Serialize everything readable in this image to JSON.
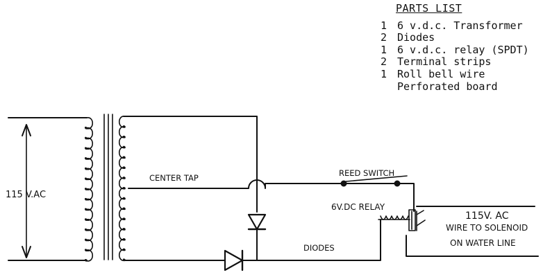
{
  "parts_list": {
    "title": "PARTS LIST",
    "items": [
      {
        "qty": "1",
        "name": "6 v.d.c. Transformer"
      },
      {
        "qty": "2",
        "name": "Diodes"
      },
      {
        "qty": "1",
        "name": "6 v.d.c. relay (SPDT)"
      },
      {
        "qty": "2",
        "name": "Terminal strips"
      },
      {
        "qty": "1",
        "name": "Roll bell wire"
      },
      {
        "qty": "",
        "name": "Perforated board"
      }
    ]
  },
  "labels": {
    "input_voltage": "115 V.AC",
    "center_tap": "CENTER TAP",
    "reed_switch": "REED SWITCH",
    "relay": "6V.DC RELAY",
    "output_voltage": "115V. AC",
    "wire_line1": "WIRE TO SOLENOID",
    "wire_line2": "ON WATER LINE",
    "diodes": "DIODES"
  }
}
